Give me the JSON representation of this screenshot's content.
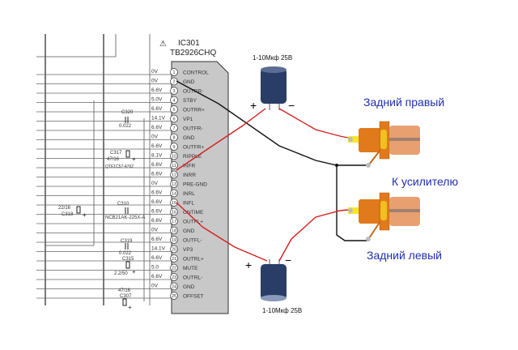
{
  "ic": {
    "ref": "IC301",
    "part": "TB2926CHQ",
    "warning_icon": "warning-triangle-icon",
    "pins": [
      {
        "num": "1",
        "name": "CONTROL",
        "voltage": "0V"
      },
      {
        "num": "2",
        "name": "GND",
        "voltage": "0V"
      },
      {
        "num": "3",
        "name": "OUTRR-",
        "voltage": "6.6V"
      },
      {
        "num": "4",
        "name": "STBY",
        "voltage": "5.0V"
      },
      {
        "num": "5",
        "name": "OUTRR+",
        "voltage": "6.6V"
      },
      {
        "num": "6",
        "name": "VP1",
        "voltage": "14.1V"
      },
      {
        "num": "7",
        "name": "OUTFR-",
        "voltage": "6.6V"
      },
      {
        "num": "8",
        "name": "GND",
        "voltage": "0V"
      },
      {
        "num": "9",
        "name": "OUTFR+",
        "voltage": "6.6V"
      },
      {
        "num": "10",
        "name": "RIPPLE",
        "voltage": "8.1V"
      },
      {
        "num": "11",
        "name": "INFR",
        "voltage": "6.6V"
      },
      {
        "num": "12",
        "name": "INRR",
        "voltage": "6.6V"
      },
      {
        "num": "13",
        "name": "PRE-GND",
        "voltage": "0V"
      },
      {
        "num": "14",
        "name": "INRL",
        "voltage": "6.6V"
      },
      {
        "num": "15",
        "name": "INFL",
        "voltage": "6.6V"
      },
      {
        "num": "16",
        "name": "ONTIME",
        "voltage": "6.6V"
      },
      {
        "num": "17",
        "name": "OUTFL+",
        "voltage": "6.6V"
      },
      {
        "num": "18",
        "name": "GND",
        "voltage": "0V"
      },
      {
        "num": "19",
        "name": "OUTFL-",
        "voltage": "6.6V"
      },
      {
        "num": "20",
        "name": "VP3",
        "voltage": "14.1V"
      },
      {
        "num": "21",
        "name": "OUTRL+",
        "voltage": "6.6V"
      },
      {
        "num": "22",
        "name": "MUTE",
        "voltage": "5.0"
      },
      {
        "num": "23",
        "name": "OUTRL-",
        "voltage": "6.6V"
      },
      {
        "num": "24",
        "name": "GND",
        "voltage": "0V"
      },
      {
        "num": "25",
        "name": "OFFSET",
        "voltage": ""
      }
    ]
  },
  "components": {
    "c320": {
      "ref": "C320",
      "value": "0.022"
    },
    "c317": {
      "ref": "C317",
      "value": "47/16",
      "part": "QTE1C57-476Z"
    },
    "c318": {
      "ref": "C318",
      "value": "22/16"
    },
    "c310": {
      "ref": "C310",
      "value": "NCB21AK-225X-A"
    },
    "c319": {
      "ref": "C319",
      "value": "0.022"
    },
    "c315": {
      "ref": "C315",
      "value": "2.2/50"
    },
    "c307": {
      "ref": "C307",
      "value": "47/16"
    }
  },
  "added_caps": {
    "top": {
      "label": "1-10Мкф 25В",
      "plus": "+",
      "minus": "−"
    },
    "bottom": {
      "label": "1-10Мкф 25В",
      "plus": "+",
      "minus": "−"
    }
  },
  "labels": {
    "rear_right": "Задний правый",
    "to_amp": "К усилителю",
    "rear_left": "Задний левый"
  },
  "colors": {
    "wire_red": "#d42020",
    "wire_black": "#111111",
    "ic_body": "#c8c8c8",
    "label_blue": "#1f2fb0",
    "rca_orange": "#e07a1a",
    "rca_yellow": "#f0c020",
    "cap_blue": "#2a3d66"
  }
}
